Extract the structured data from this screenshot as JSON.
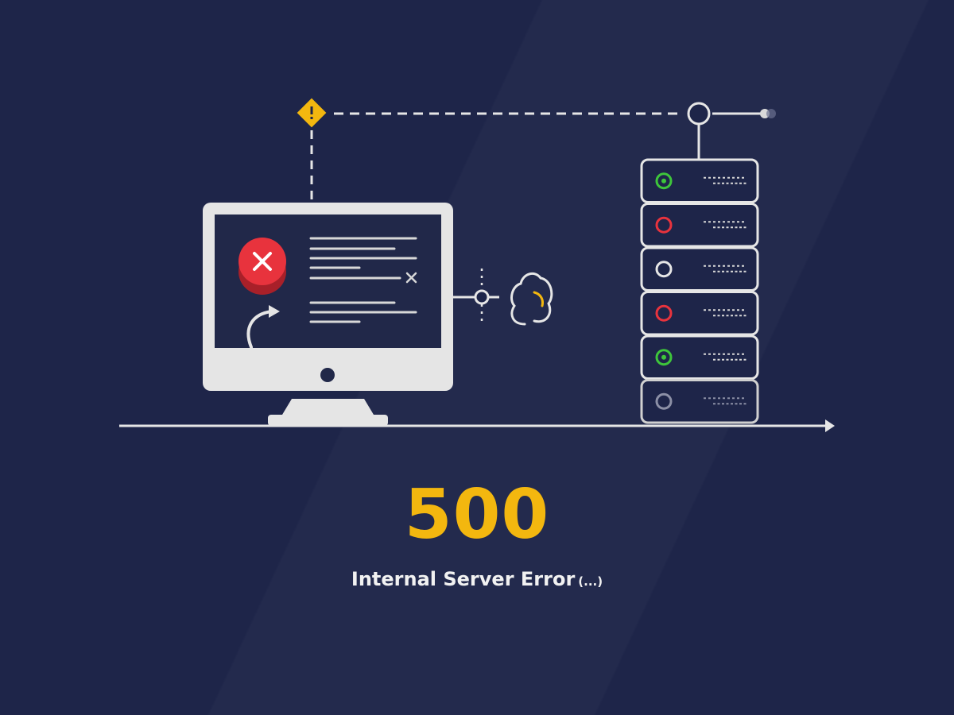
{
  "error": {
    "code": "500",
    "message": "Internal Server Error",
    "suffix": "(...)"
  },
  "colors": {
    "background": "#1e2549",
    "accent": "#f3b70f",
    "error_red": "#e8333d",
    "ok_green": "#3ec53b",
    "line": "#e6e6e6"
  },
  "server_rack": {
    "units": [
      {
        "status": "green"
      },
      {
        "status": "red"
      },
      {
        "status": "white"
      },
      {
        "status": "red"
      },
      {
        "status": "green"
      },
      {
        "status": "gray"
      }
    ]
  },
  "icons": [
    "warning-icon",
    "monitor-icon",
    "error-x-icon",
    "refresh-arrow-icon",
    "cloud-icon",
    "server-rack-icon"
  ]
}
